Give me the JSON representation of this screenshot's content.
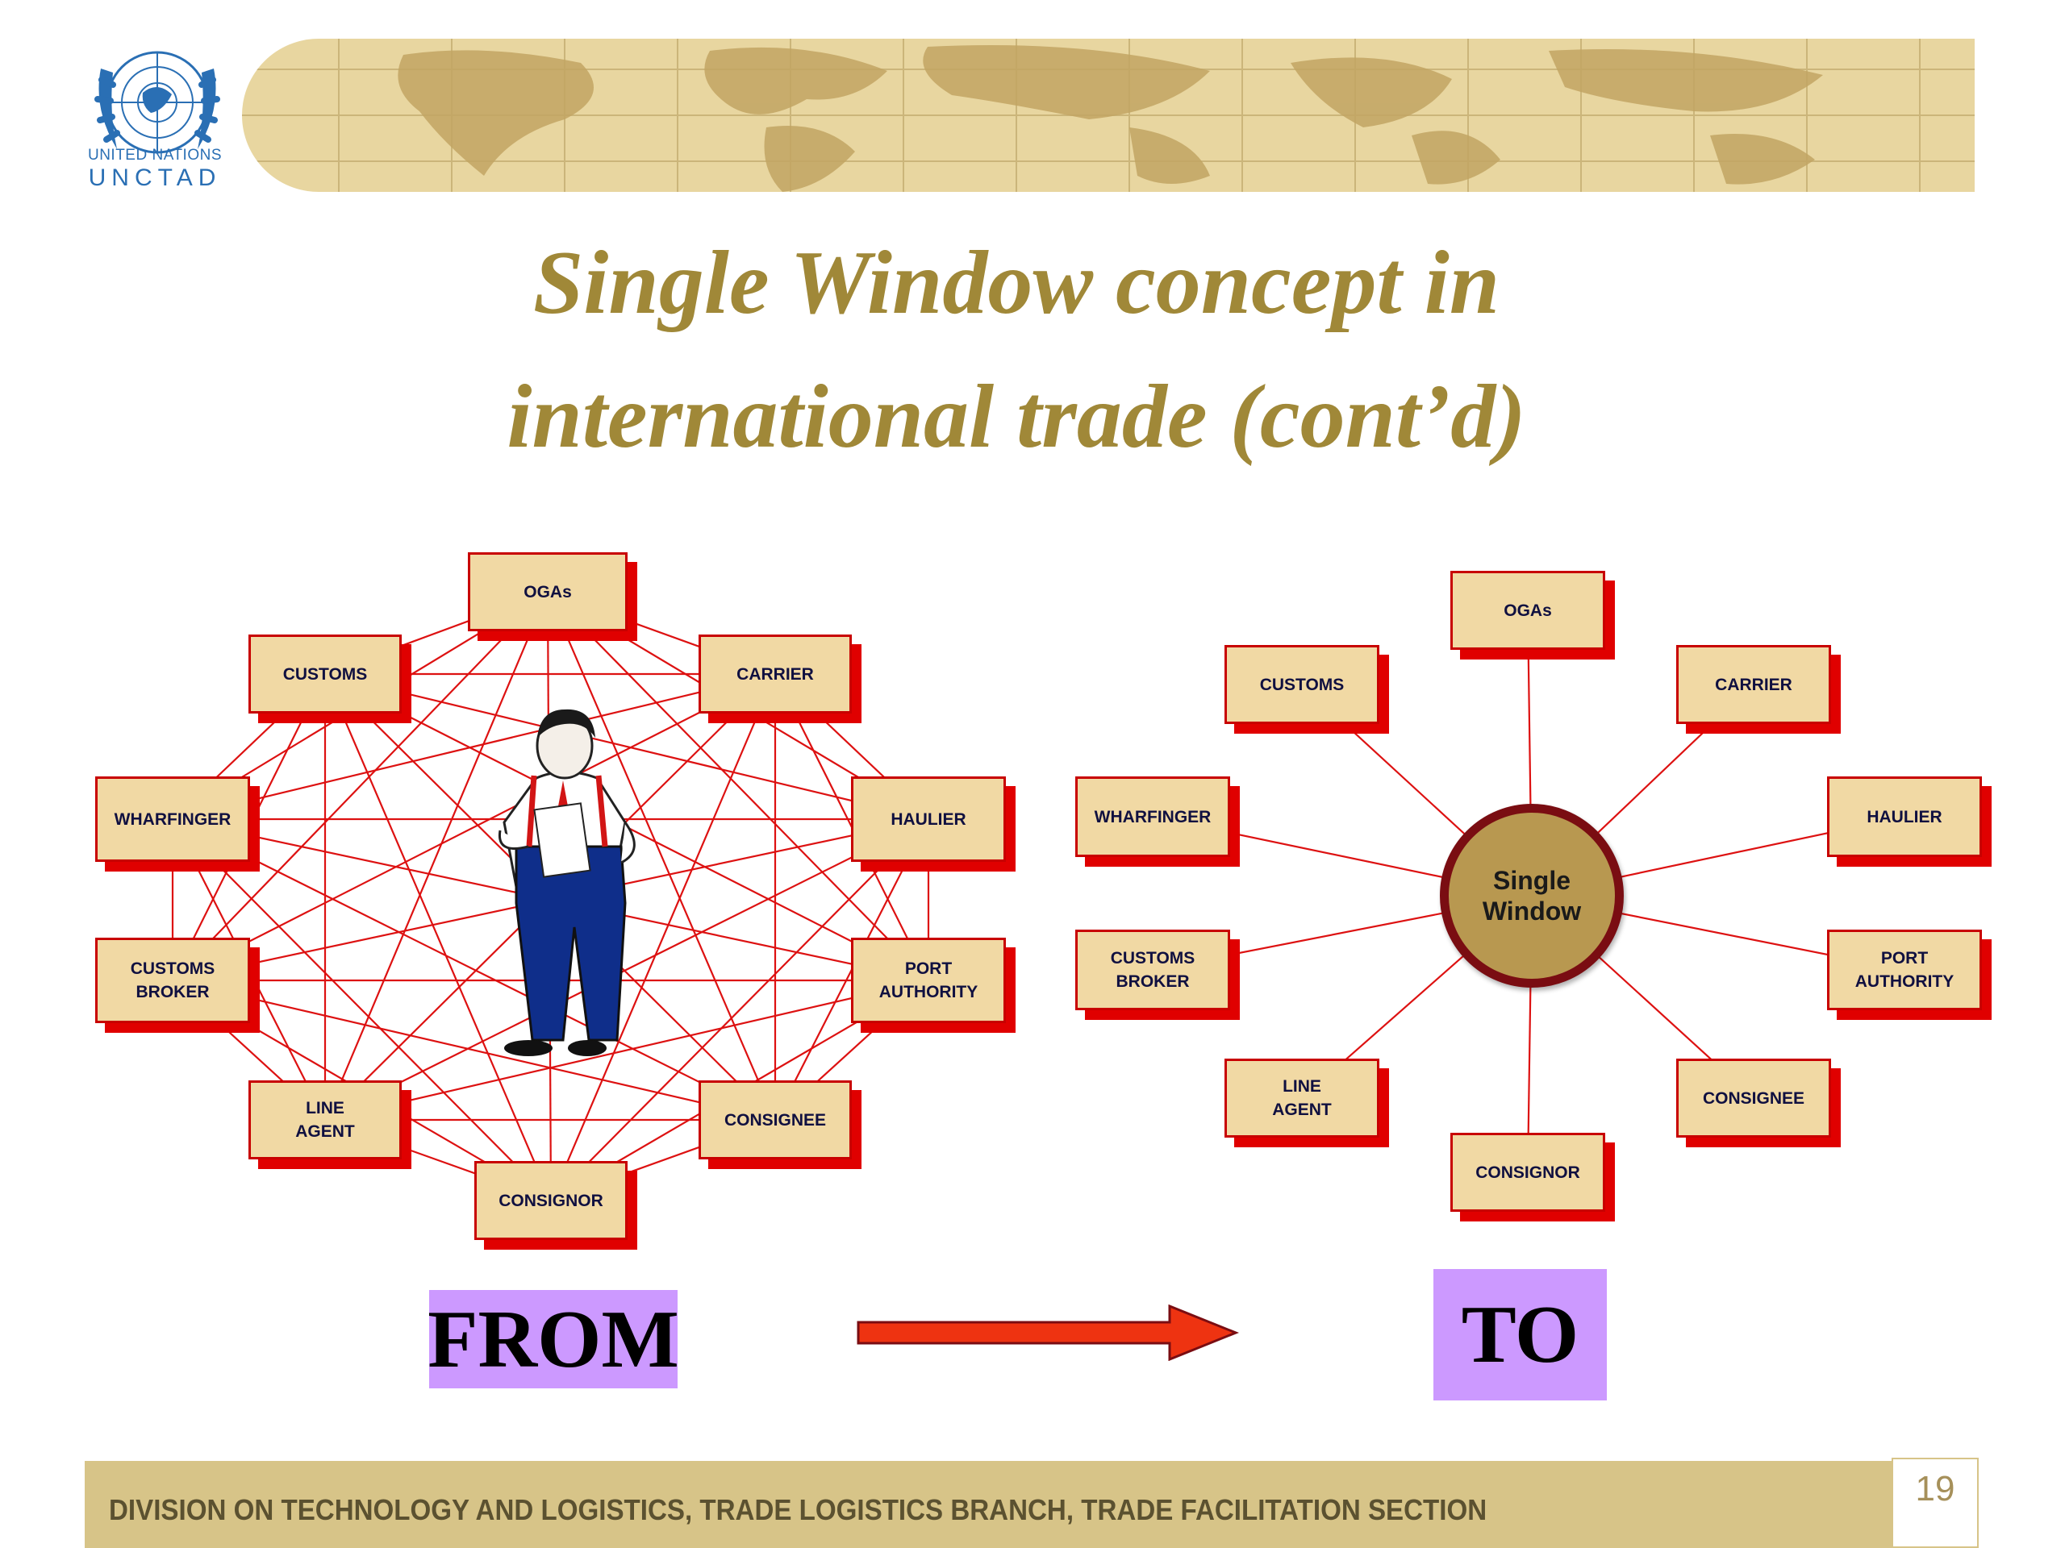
{
  "logo": {
    "line1": "UNITED NATIONS",
    "line2": "UNCTAD"
  },
  "title": {
    "line1": "Single Window concept  in",
    "line2": "international  trade (cont’d)"
  },
  "from_diagram": {
    "nodes": [
      {
        "id": "ogas",
        "label": "OGAs"
      },
      {
        "id": "carrier",
        "label": "CARRIER"
      },
      {
        "id": "haulier",
        "label": "HAULIER"
      },
      {
        "id": "port-authority",
        "label": "PORT\nAUTHORITY"
      },
      {
        "id": "consignee",
        "label": "CONSIGNEE"
      },
      {
        "id": "consignor",
        "label": "CONSIGNOR"
      },
      {
        "id": "line-agent",
        "label": "LINE\nAGENT"
      },
      {
        "id": "customs-broker",
        "label": "CUSTOMS\nBROKER"
      },
      {
        "id": "wharfinger",
        "label": "WHARFINGER"
      },
      {
        "id": "customs",
        "label": "CUSTOMS"
      }
    ]
  },
  "to_diagram": {
    "hub_label": "Single\nWindow",
    "nodes": [
      {
        "id": "ogas",
        "label": "OGAs"
      },
      {
        "id": "carrier",
        "label": "CARRIER"
      },
      {
        "id": "haulier",
        "label": "HAULIER"
      },
      {
        "id": "port-authority",
        "label": "PORT\nAUTHORITY"
      },
      {
        "id": "consignee",
        "label": "CONSIGNEE"
      },
      {
        "id": "consignor",
        "label": "CONSIGNOR"
      },
      {
        "id": "line-agent",
        "label": "LINE\nAGENT"
      },
      {
        "id": "customs-broker",
        "label": "CUSTOMS\nBROKER"
      },
      {
        "id": "wharfinger",
        "label": "WHARFINGER"
      },
      {
        "id": "customs",
        "label": "CUSTOMS"
      }
    ]
  },
  "from_label": "FROM",
  "to_label": "TO",
  "footer": {
    "text": "DIVISION ON TECHNOLOGY AND LOGISTICS, TRADE LOGISTICS BRANCH, TRADE FACILITATION SECTION",
    "page": "19"
  },
  "colors": {
    "accent": "#a08838",
    "line": "#dd1111",
    "box": "#f1d9a4",
    "label_bg": "#cc99ff",
    "arrow": "#ee3311",
    "footer": "#d7c488"
  }
}
